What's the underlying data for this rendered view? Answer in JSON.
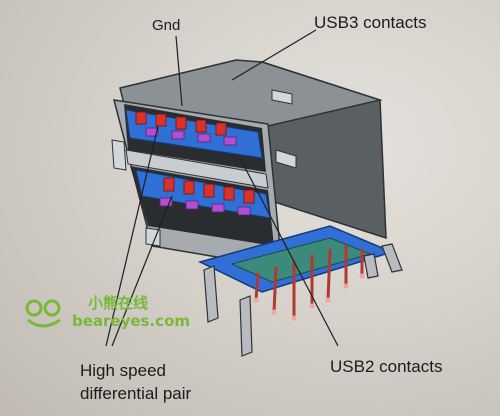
{
  "labels": {
    "gnd": "Gnd",
    "usb3": "USB3 contacts",
    "usb2": "USB2 contacts",
    "hs_line1": "High speed",
    "hs_line2": "differential pair"
  },
  "watermark": {
    "chinese": "小熊在线",
    "site": "beareyes.com"
  },
  "colors": {
    "housing": "#8a8e93",
    "housing_dark": "#4f5458",
    "blue_tongue": "#2f6fd6",
    "red_contact": "#d8322a",
    "purple_contact": "#b04fd0",
    "pcb_green": "#3c8a7c",
    "watermark": "#7ab83a"
  }
}
